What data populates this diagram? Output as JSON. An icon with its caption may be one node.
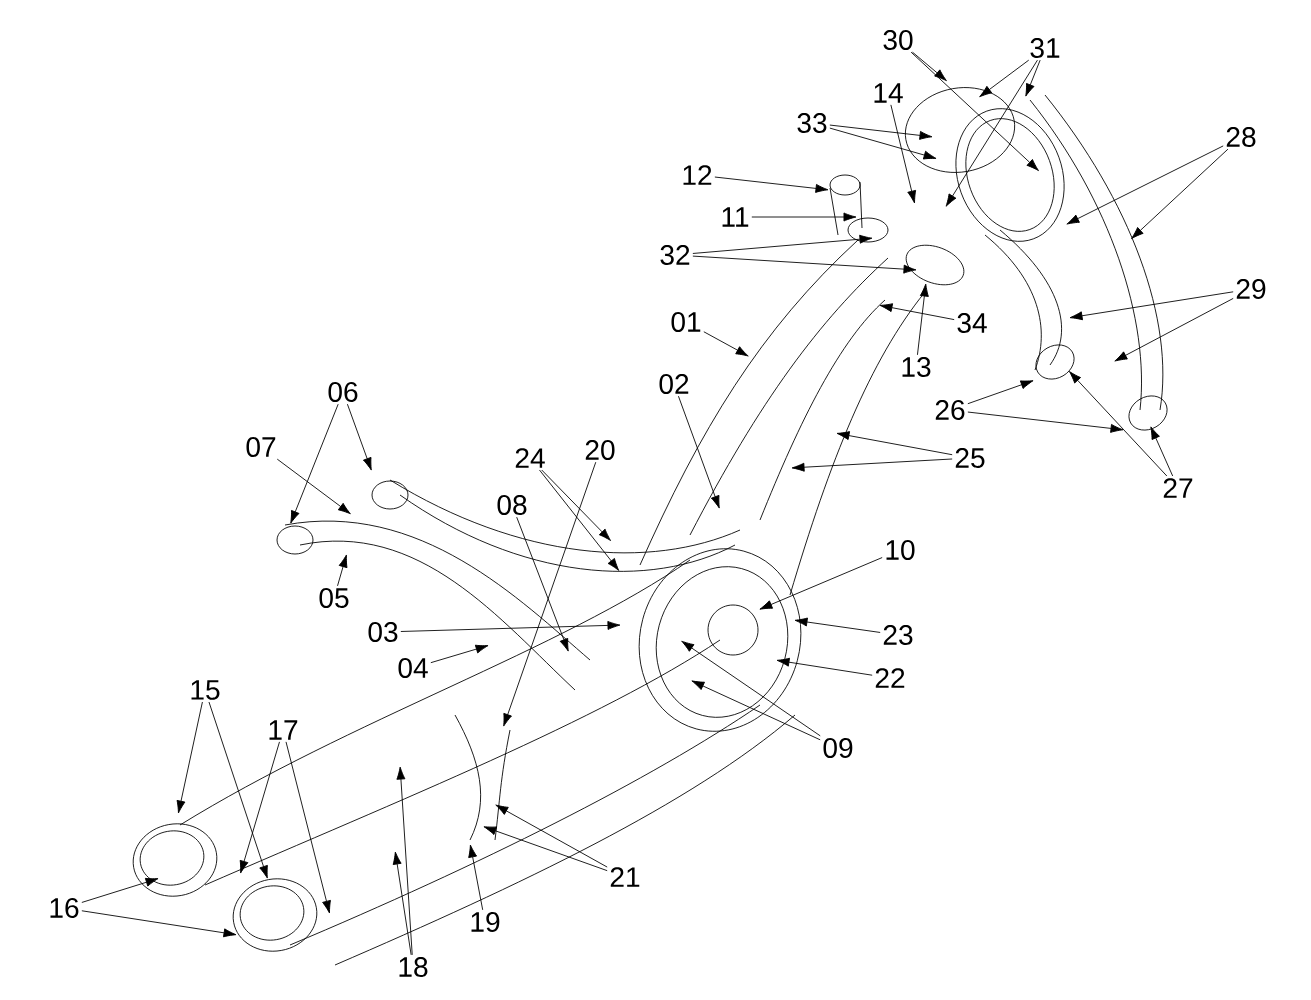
{
  "diagram": {
    "nodes": [
      {
        "text": [
          "30"
        ]
      },
      {
        "text": [
          "31"
        ]
      },
      {
        "text": [
          "14"
        ]
      },
      {
        "text": [
          "33"
        ]
      },
      {
        "text": [
          "28"
        ]
      },
      {
        "text": [
          "12"
        ]
      },
      {
        "text": [
          "11"
        ]
      },
      {
        "text": [
          "32"
        ]
      },
      {
        "text": [
          "29"
        ]
      },
      {
        "text": [
          "01"
        ]
      },
      {
        "text": [
          "34"
        ]
      },
      {
        "text": [
          "13"
        ]
      },
      {
        "text": [
          "02"
        ]
      },
      {
        "text": [
          "06"
        ]
      },
      {
        "text": [
          "26"
        ]
      },
      {
        "text": [
          "07"
        ]
      },
      {
        "text": [
          "20"
        ]
      },
      {
        "text": [
          "25"
        ]
      },
      {
        "text": [
          "24"
        ]
      },
      {
        "text": [
          "27"
        ]
      },
      {
        "text": [
          "08"
        ]
      },
      {
        "text": [
          "10"
        ]
      },
      {
        "text": [
          "05"
        ]
      },
      {
        "text": [
          "03"
        ]
      },
      {
        "text": [
          "23"
        ]
      },
      {
        "text": [
          "04"
        ]
      },
      {
        "text": [
          "22"
        ]
      },
      {
        "text": [
          "15"
        ]
      },
      {
        "text": [
          "17"
        ]
      },
      {
        "text": [
          "09"
        ]
      },
      {
        "text": [
          "21"
        ]
      },
      {
        "text": [
          "16"
        ]
      },
      {
        "text": [
          "19"
        ]
      },
      {
        "text": [
          "18"
        ]
      }
    ],
    "edges": [
      {
        "from": 0,
        "to": null,
        "arrow": "to"
      },
      {
        "from": 0,
        "to": null,
        "arrow": "to"
      },
      {
        "from": 1,
        "to": null,
        "arrow": "to"
      },
      {
        "from": 1,
        "to": null,
        "arrow": "to"
      },
      {
        "from": 1,
        "to": null,
        "arrow": "to"
      },
      {
        "from": 2,
        "to": null,
        "arrow": "to"
      },
      {
        "from": 3,
        "to": null,
        "arrow": "to"
      },
      {
        "from": 3,
        "to": null,
        "arrow": "to"
      },
      {
        "from": 4,
        "to": null,
        "arrow": "to"
      },
      {
        "from": 4,
        "to": null,
        "arrow": "to"
      },
      {
        "from": 5,
        "to": null,
        "arrow": "to"
      },
      {
        "from": 6,
        "to": null,
        "arrow": "to"
      },
      {
        "from": 7,
        "to": null,
        "arrow": "to"
      },
      {
        "from": 7,
        "to": null,
        "arrow": "to"
      },
      {
        "from": 8,
        "to": null,
        "arrow": "to"
      },
      {
        "from": 8,
        "to": null,
        "arrow": "to"
      },
      {
        "from": 9,
        "to": null,
        "arrow": "to"
      },
      {
        "from": 10,
        "to": null,
        "arrow": "to"
      },
      {
        "from": 11,
        "to": null,
        "arrow": "to"
      },
      {
        "from": 12,
        "to": null,
        "arrow": "to"
      },
      {
        "from": 13,
        "to": null,
        "arrow": "to"
      },
      {
        "from": 13,
        "to": null,
        "arrow": "to"
      },
      {
        "from": 14,
        "to": null,
        "arrow": "to"
      },
      {
        "from": 14,
        "to": null,
        "arrow": "to"
      },
      {
        "from": 15,
        "to": null,
        "arrow": "to"
      },
      {
        "from": 16,
        "to": null,
        "arrow": "to"
      },
      {
        "from": 17,
        "to": null,
        "arrow": "to"
      },
      {
        "from": 17,
        "to": null,
        "arrow": "to"
      },
      {
        "from": 18,
        "to": null,
        "arrow": "to"
      },
      {
        "from": 18,
        "to": null,
        "arrow": "to"
      },
      {
        "from": 19,
        "to": null,
        "arrow": "to"
      },
      {
        "from": 19,
        "to": null,
        "arrow": "to"
      },
      {
        "from": 20,
        "to": null,
        "arrow": "to"
      },
      {
        "from": 21,
        "to": null,
        "arrow": "to"
      },
      {
        "from": 22,
        "to": null,
        "arrow": "to"
      },
      {
        "from": 23,
        "to": null,
        "arrow": "to"
      },
      {
        "from": 24,
        "to": null,
        "arrow": "to"
      },
      {
        "from": 25,
        "to": null,
        "arrow": "to"
      },
      {
        "from": 26,
        "to": null,
        "arrow": "to"
      },
      {
        "from": 27,
        "to": null,
        "arrow": "to"
      },
      {
        "from": 27,
        "to": null,
        "arrow": "to"
      },
      {
        "from": 28,
        "to": null,
        "arrow": "to"
      },
      {
        "from": 28,
        "to": null,
        "arrow": "to"
      },
      {
        "from": 29,
        "to": null,
        "arrow": "to"
      },
      {
        "from": 29,
        "to": null,
        "arrow": "to"
      },
      {
        "from": 30,
        "to": null,
        "arrow": "to"
      },
      {
        "from": 30,
        "to": null,
        "arrow": "to"
      },
      {
        "from": 31,
        "to": null,
        "arrow": "to"
      },
      {
        "from": 31,
        "to": null,
        "arrow": "to"
      },
      {
        "from": 32,
        "to": null,
        "arrow": "to"
      },
      {
        "from": 33,
        "to": null,
        "arrow": "to"
      },
      {
        "from": 33,
        "to": null,
        "arrow": "to"
      }
    ]
  }
}
